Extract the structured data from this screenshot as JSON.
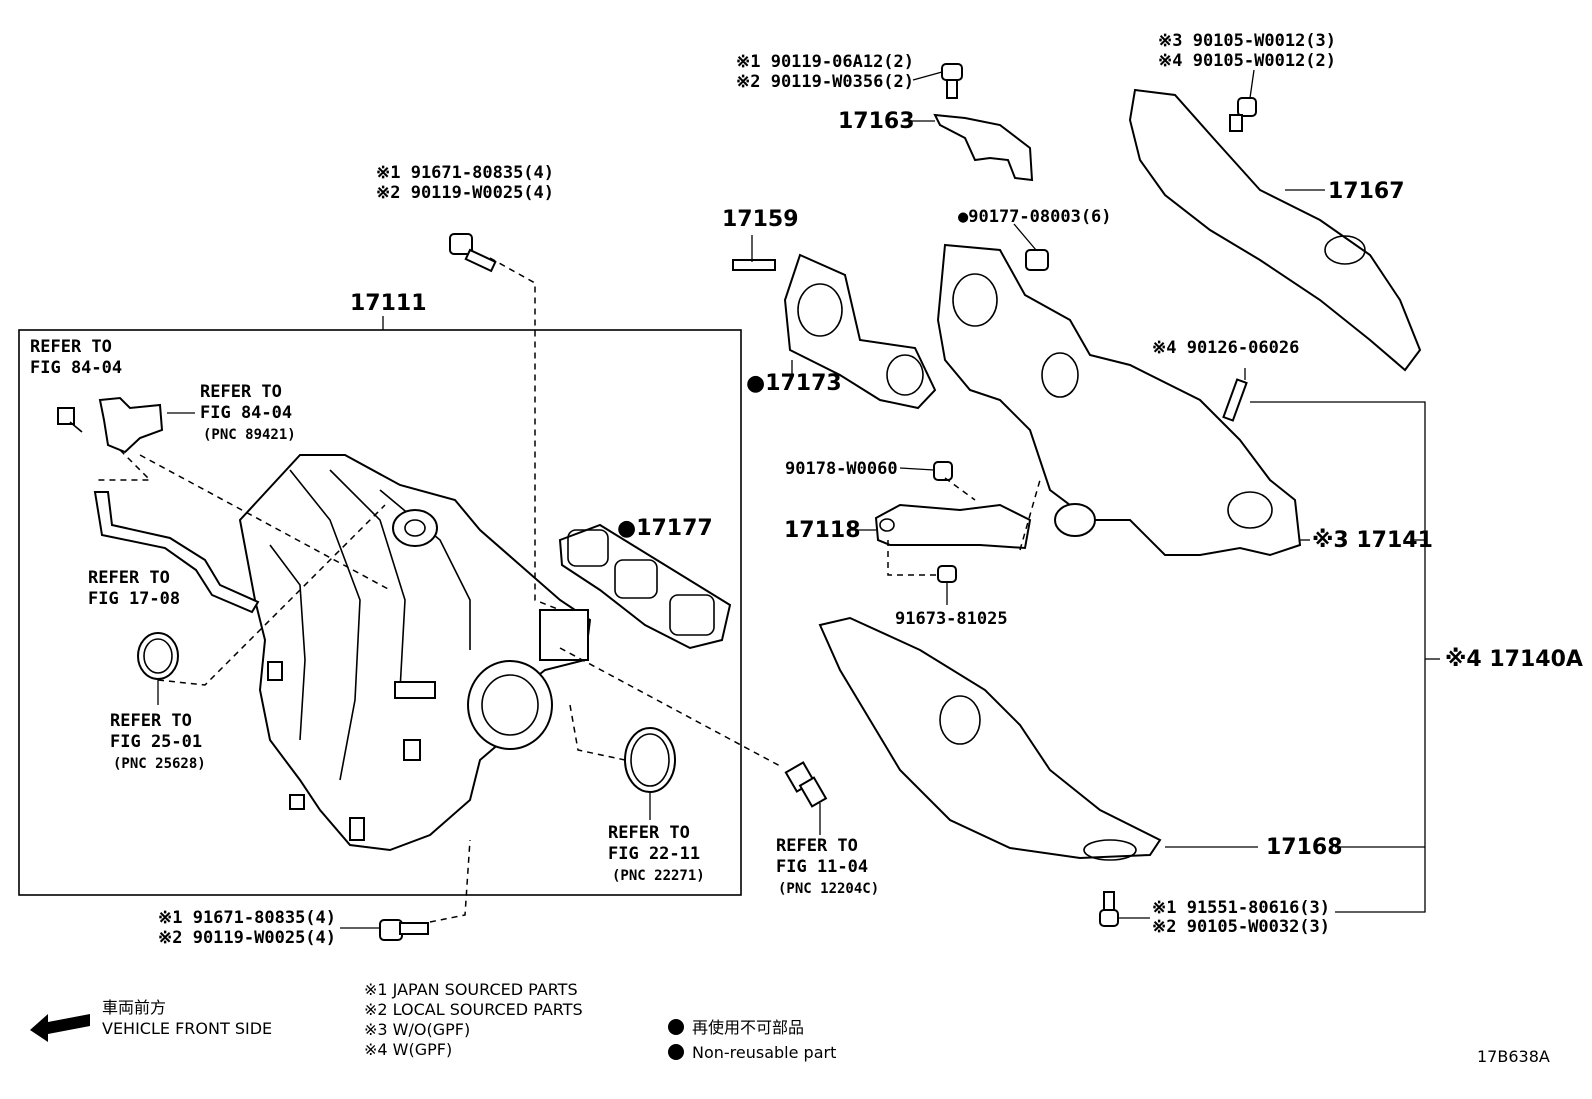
{
  "diagram": {
    "labels": {
      "p17111": "17111",
      "p17159": "17159",
      "p17163": "17163",
      "p17167": "17167",
      "p17173": "●17173",
      "p17177": "●17177",
      "p17118": "17118",
      "p17141": "※3 17141",
      "p17140a": "※4 17140A",
      "p17168": "17168",
      "b90178": "90178-W0060",
      "b91673": "91673-81025",
      "b90177": "●90177-08003(6)",
      "b90126": "※4 90126-06026",
      "bolt_top_1": "※1 91671-80835(4)",
      "bolt_top_2": "※2 90119-W0025(4)",
      "bolt_bot_1": "※1 91671-80835(4)",
      "bolt_bot_2": "※2 90119-W0025(4)",
      "b17163_1": "※1 90119-06A12(2)",
      "b17163_2": "※2 90119-W0356(2)",
      "b17167_1": "※3 90105-W0012(3)",
      "b17167_2": "※4 90105-W0012(2)",
      "b17168_1": "※1 91551-80616(3)",
      "b17168_2": "※2 90105-W0032(3)",
      "ref_84_a1": "REFER TO",
      "ref_84_a2": "FIG 84-04",
      "ref_84_b1": "REFER TO",
      "ref_84_b2": "FIG 84-04",
      "ref_84_b3": "(PNC 89421)",
      "ref_17_1": "REFER TO",
      "ref_17_2": "FIG 17-08",
      "ref_25_1": "REFER TO",
      "ref_25_2": "FIG 25-01",
      "ref_25_3": "(PNC 25628)",
      "ref_22_1": "REFER TO",
      "ref_22_2": "FIG 22-11",
      "ref_22_3": "(PNC 22271)",
      "ref_11_1": "REFER TO",
      "ref_11_2": "FIG 11-04",
      "ref_11_3": "(PNC 12204C)"
    },
    "legend": {
      "vehicle_jp": "車両前方",
      "vehicle_en": "VEHICLE FRONT SIDE",
      "n1": "※1  JAPAN SOURCED PARTS",
      "n2": "※2  LOCAL SOURCED PARTS",
      "n3": "※3  W/O(GPF)",
      "n4": "※4  W(GPF)",
      "nr_jp": "再使用不可部品",
      "nr_en": "Non-reusable part"
    },
    "figure_id": "17B638A"
  }
}
